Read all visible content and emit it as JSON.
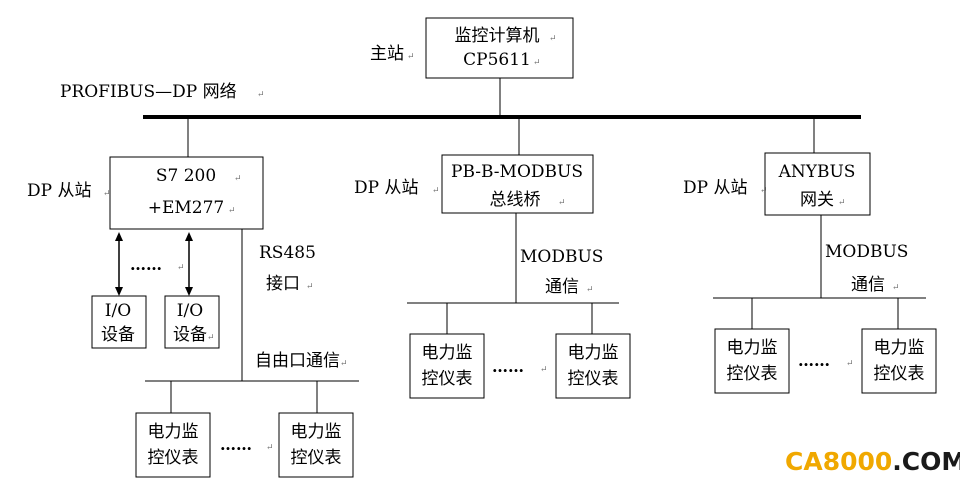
{
  "master": {
    "role_label": "主站",
    "line1": "监控计算机",
    "line2": "CP5611"
  },
  "bus_label": "PROFIBUS—DP 网络",
  "slaves": [
    {
      "role_label": "DP 从站",
      "line1": "S7 200",
      "line2": "+EM277",
      "io_devices": [
        {
          "line1": "I/O",
          "line2": "设备"
        },
        {
          "line1": "I/O",
          "line2": "设备"
        }
      ],
      "io_dots": "……",
      "port_label_1": "RS485",
      "port_label_2": "接口",
      "bus_label": "自由口通信",
      "meters": [
        {
          "line1": "电力监",
          "line2": "控仪表"
        },
        {
          "line1": "电力监",
          "line2": "控仪表"
        }
      ],
      "meter_dots": "……"
    },
    {
      "role_label": "DP 从站",
      "line1": "PB-B-MODBUS",
      "line2": "总线桥",
      "comm_label_1": "MODBUS",
      "comm_label_2": "通信",
      "meters": [
        {
          "line1": "电力监",
          "line2": "控仪表"
        },
        {
          "line1": "电力监",
          "line2": "控仪表"
        }
      ],
      "meter_dots": "……"
    },
    {
      "role_label": "DP 从站",
      "line1": "ANYBUS",
      "line2": "网关",
      "comm_label_1": "MODBUS",
      "comm_label_2": "通信",
      "meters": [
        {
          "line1": "电力监",
          "line2": "控仪表"
        },
        {
          "line1": "电力监",
          "line2": "控仪表"
        }
      ],
      "meter_dots": "……"
    }
  ],
  "watermark": {
    "prefix": "CA8000",
    "suffix": ".COM",
    "prefix_color": "#f0a800",
    "suffix_color": "#1a1a1a"
  },
  "paragraph_mark": "↵"
}
